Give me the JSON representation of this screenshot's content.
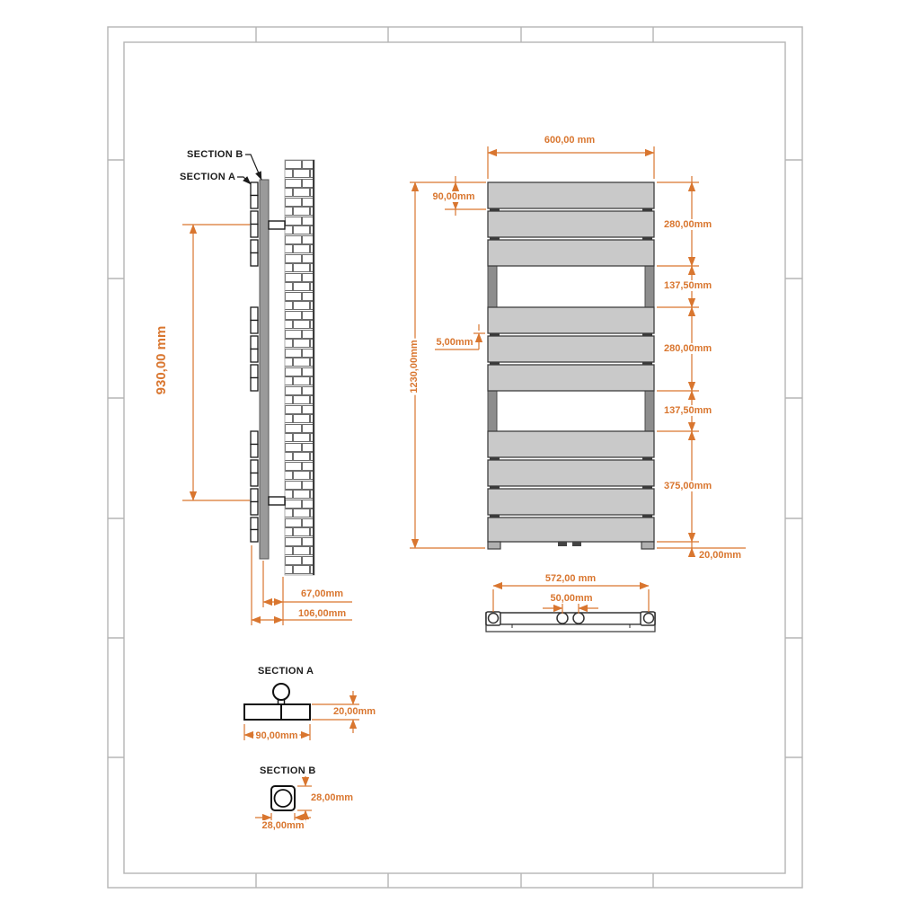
{
  "accent": "#d9762f",
  "panel_gray": "#c9c9c9",
  "rail_gray": "#8d8d8d",
  "side_view": {
    "section_b_label": "SECTION B",
    "section_a_label": "SECTION A",
    "mount_height": "930,00 mm",
    "depth_to_collector": "67,00mm",
    "total_depth": "106,00mm"
  },
  "front_view": {
    "width": "600,00 mm",
    "top_panel_height": "90,00mm",
    "panel_gap": "5,00mm",
    "total_height": "1230,00mm",
    "right_chain": [
      "280,00mm",
      "137,50mm",
      "280,00mm",
      "137,50mm",
      "375,00mm",
      "20,00mm"
    ]
  },
  "bottom_view": {
    "connection_width": "572,00 mm",
    "center_spacing": "50,00mm"
  },
  "section_a": {
    "title": "SECTION A",
    "height": "20,00mm",
    "width": "90,00mm"
  },
  "section_b": {
    "title": "SECTION B",
    "height": "28,00mm",
    "width": "28,00mm"
  }
}
